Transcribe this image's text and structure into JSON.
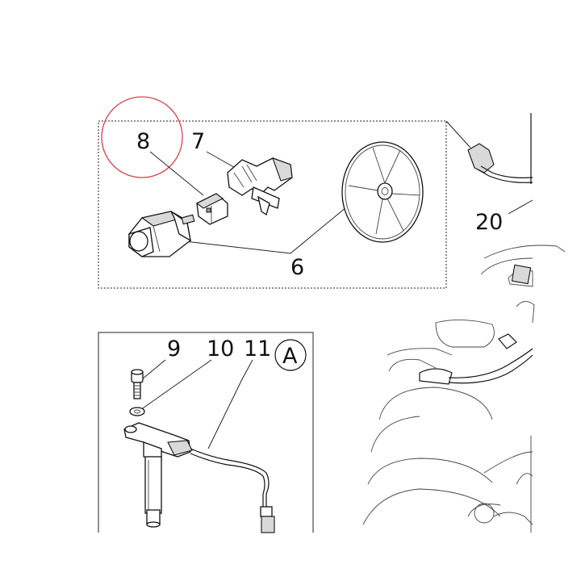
{
  "callouts": {
    "c6": "6",
    "c7": "7",
    "c8": "8",
    "c9": "9",
    "c10": "10",
    "c11": "11",
    "c20": "20",
    "detail": "A"
  },
  "colors": {
    "line": "#111111",
    "highlight_circle": "#d9444d",
    "background": "#ffffff"
  }
}
